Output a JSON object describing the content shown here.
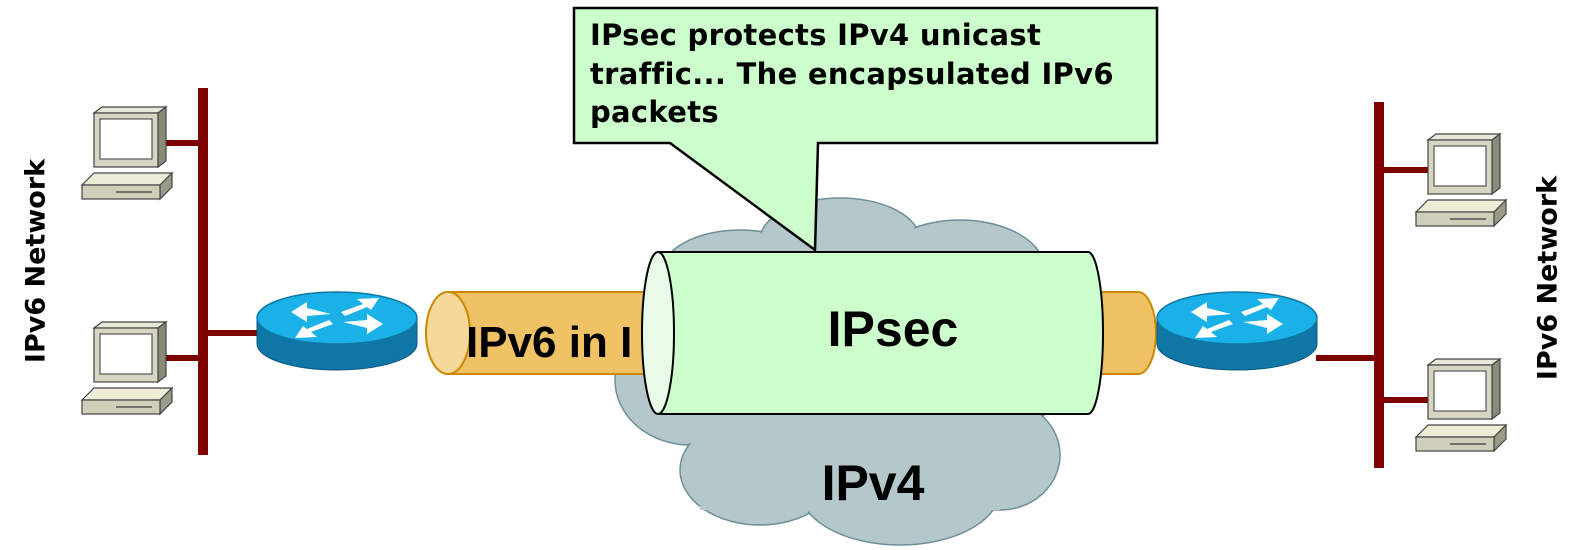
{
  "labels": {
    "left_network": "IPv6 Network",
    "right_network": "IPv6 Network",
    "tunnel_text": "IPv6 in I",
    "ipsec_text": "IPsec",
    "cloud_text": "IPv4"
  },
  "callout": {
    "text": "IPsec protects IPv4 unicast traffic... The encapsulated IPv6 packets"
  },
  "colors": {
    "segment_bar": "#7f0000",
    "cloud": "#b4c8cc",
    "tunnel": "#eec265",
    "tunnel_edge": "#cc8800",
    "ipsec_fill": "#ccffcc",
    "callout_fill": "#ccffcc",
    "router_top": "#1ab0e8",
    "router_side": "#0f77a5"
  },
  "icons": {
    "host": "desktop-computer-icon",
    "router": "router-icon"
  }
}
